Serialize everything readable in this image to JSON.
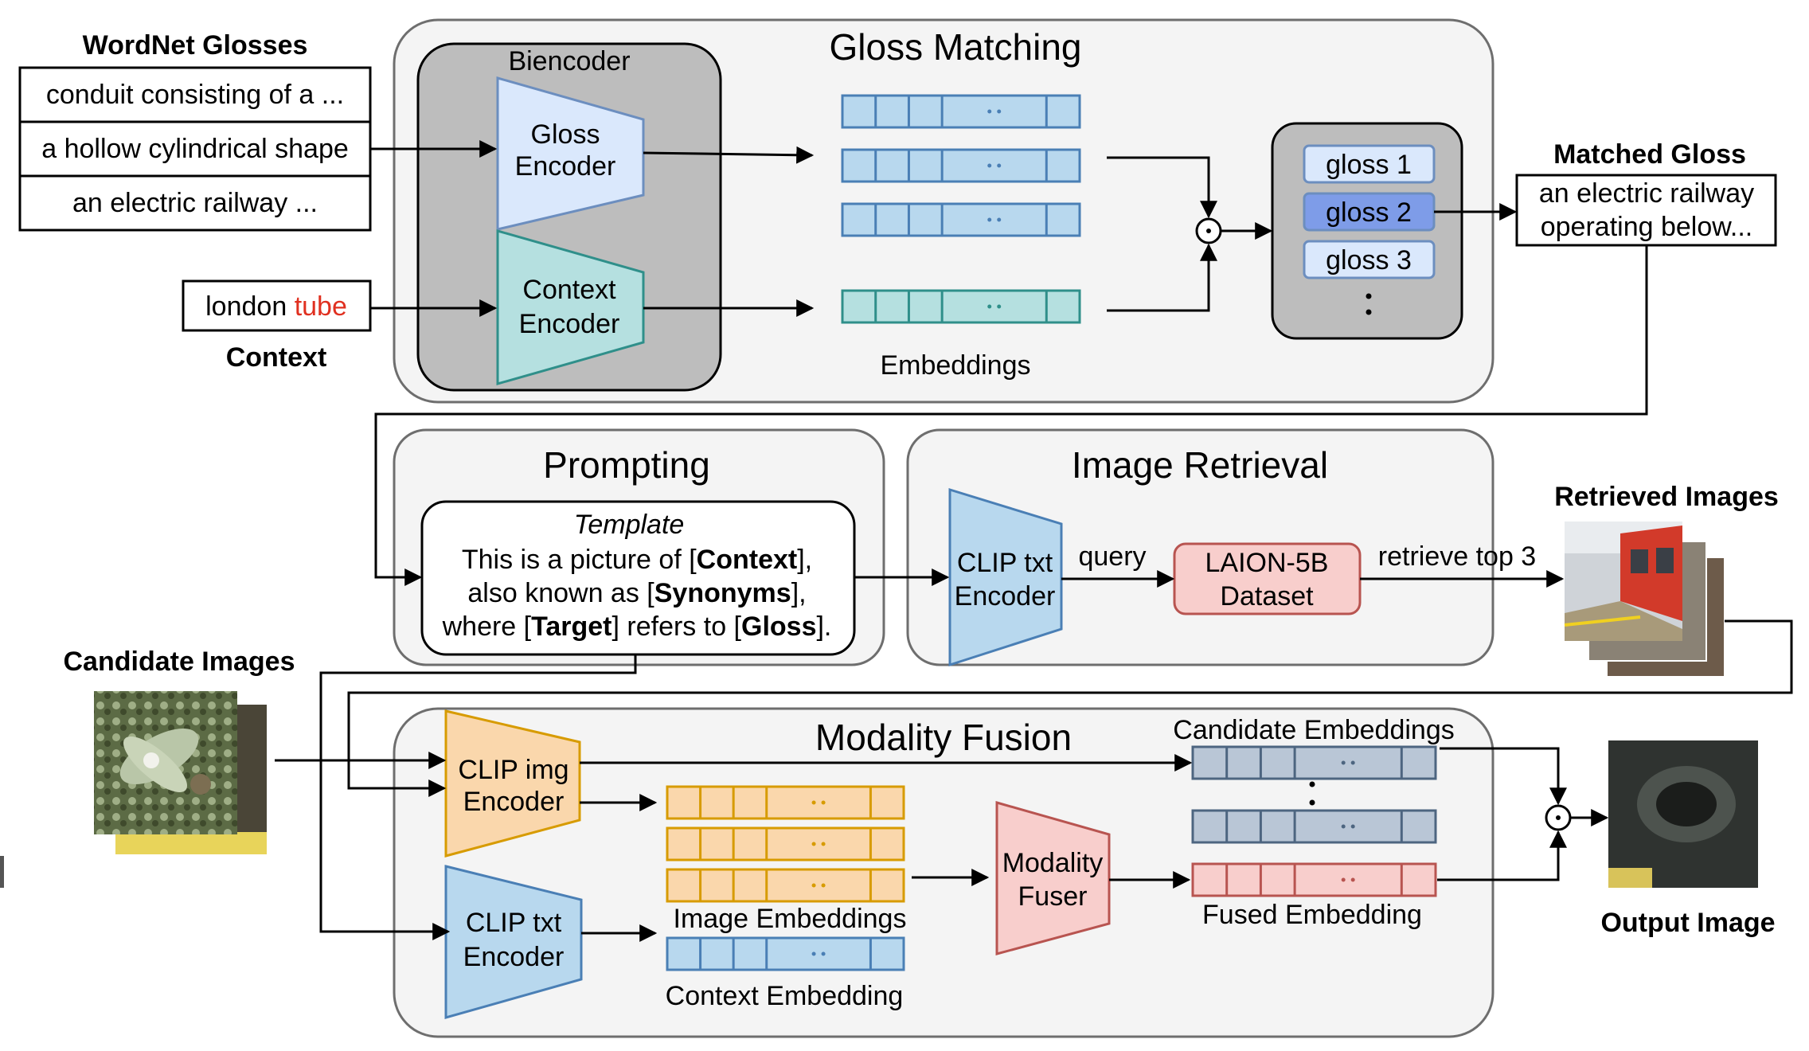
{
  "wordnet": {
    "title": "WordNet Glosses",
    "glosses": [
      "conduit consisting of a ...",
      "a hollow cylindrical shape",
      "an electric railway ..."
    ]
  },
  "context": {
    "word": "london",
    "target": "tube",
    "label": "Context"
  },
  "gloss_matching": {
    "title": "Gloss Matching",
    "biencoder_title": "Biencoder",
    "gloss_encoder": [
      "Gloss",
      "Encoder"
    ],
    "context_encoder": [
      "Context",
      "Encoder"
    ],
    "embeddings_label": "Embeddings",
    "gloss_list": [
      "gloss 1",
      "gloss 2",
      "gloss 3"
    ]
  },
  "matched_gloss": {
    "title": "Matched Gloss",
    "lines": [
      "an electric railway",
      "operating below..."
    ]
  },
  "prompting": {
    "title": "Prompting",
    "template_title": "Template",
    "line1": {
      "a": "This is a picture of [",
      "b": "Context",
      "c": "],"
    },
    "line2": {
      "a": "also known as [",
      "b": "Synonyms",
      "c": "],"
    },
    "line3": {
      "a": "where [",
      "b": "Target",
      "c": "] refers to [",
      "d": "Gloss",
      "e": "]."
    }
  },
  "image_retrieval": {
    "title": "Image Retrieval",
    "encoder": [
      "CLIP txt",
      "Encoder"
    ],
    "query_label": "query",
    "dataset": [
      "LAION-5B",
      "Dataset"
    ],
    "retrieve_label": "retrieve top 3"
  },
  "retrieved_images": {
    "title": "Retrieved Images"
  },
  "candidate_images": {
    "title": "Candidate Images"
  },
  "modality_fusion": {
    "title": "Modality Fusion",
    "img_encoder": [
      "CLIP img",
      "Encoder"
    ],
    "txt_encoder": [
      "CLIP txt",
      "Encoder"
    ],
    "image_embeddings_label": "Image Embeddings",
    "context_embedding_label": "Context Embedding",
    "fuser": [
      "Modality",
      "Fuser"
    ],
    "candidate_embeddings_label": "Candidate Embeddings",
    "fused_embedding_label": "Fused Embedding"
  },
  "output_image": {
    "title": "Output Image"
  },
  "colors": {
    "gloss_encoder": "#dae8fc",
    "context_encoder": "#b5e0e0",
    "clip_img": "#fad7ac",
    "clip_txt": "#b8d8ee",
    "dataset": "#f8cecc",
    "biencoder_bg": "#bdbdbd",
    "highlight_gloss": "#7e9ce8",
    "target_word": "#e03020"
  }
}
